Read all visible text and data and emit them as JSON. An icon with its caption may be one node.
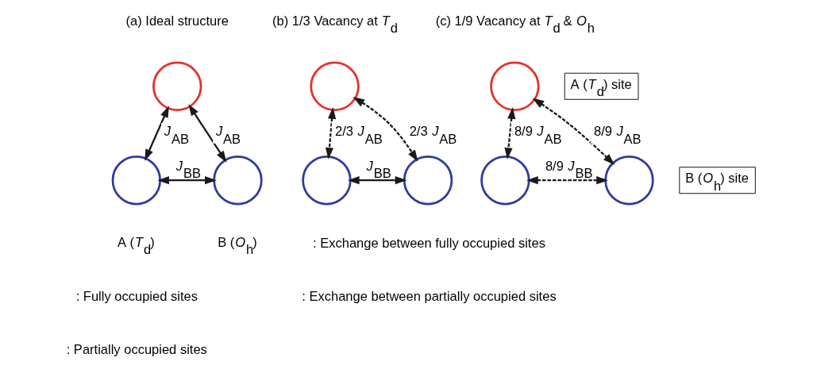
{
  "diagram": {
    "nodes": [
      {
        "text": [],
        "shape": "circle"
      },
      {
        "text": [],
        "shape": "circle"
      },
      {
        "text": [],
        "shape": "circle"
      },
      {
        "text": [
          "A (*T*$_{d}$) site"
        ]
      },
      {
        "text": [
          "B (*O*$_{h}$) site"
        ]
      },
      {
        "text": [],
        "shape": "circle"
      },
      {
        "text": [],
        "shape": "circle"
      },
      {
        "text": [],
        "shape": "circle"
      },
      {
        "text": [],
        "shape": "circle"
      },
      {
        "text": [],
        "shape": "circle"
      },
      {
        "text": [],
        "shape": "circle"
      }
    ],
    "edges": [
      {
        "from": 0,
        "to": 1,
        "arrow": "both",
        "label": "*J*$_{AB}$"
      },
      {
        "from": 0,
        "to": 2,
        "arrow": "both",
        "label": "*J*$_{AB}$"
      },
      {
        "from": 1,
        "to": 2,
        "arrow": "both",
        "label": "*J*$_{BB}$"
      },
      {
        "from": 5,
        "to": 6,
        "arrow": "both",
        "label": "2/3 *J*$_{AB}$",
        "style": "dashed"
      },
      {
        "from": 5,
        "to": 7,
        "arrow": "both",
        "label": "2/3 *J*$_{AB}$",
        "style": "dashed"
      },
      {
        "from": 6,
        "to": 7,
        "arrow": "both",
        "label": "*J*$_{BB}$"
      },
      {
        "from": 8,
        "to": 9,
        "arrow": "both",
        "label": "8/9 *J*$_{AB}$",
        "style": "dashed"
      },
      {
        "from": 8,
        "to": 10,
        "arrow": "both",
        "label": "8/9 *J*$_{AB}$",
        "style": "dashed"
      },
      {
        "from": 9,
        "to": 10,
        "arrow": "both",
        "label": "8/9 *J*$_{BB}$",
        "style": "dashed"
      }
    ],
    "labels": [
      "(a) Ideal structure",
      "(b) 1/3 Vacancy at *T*$_{d}$",
      "(c) 1/9 Vacancy at *T*$_{d}$ & *O*$_{h}$",
      "A (*T*$_{d}$)",
      "B (*O*$_{h}$)"
    ],
    "legend": [
      {
        "text": ": Fully occupied sites"
      },
      {
        "text": ": Exchange between fully occupied sites"
      },
      {
        "text": ": Partially occupied sites"
      },
      {
        "text": ": Exchange between partially occupied sites"
      }
    ]
  }
}
